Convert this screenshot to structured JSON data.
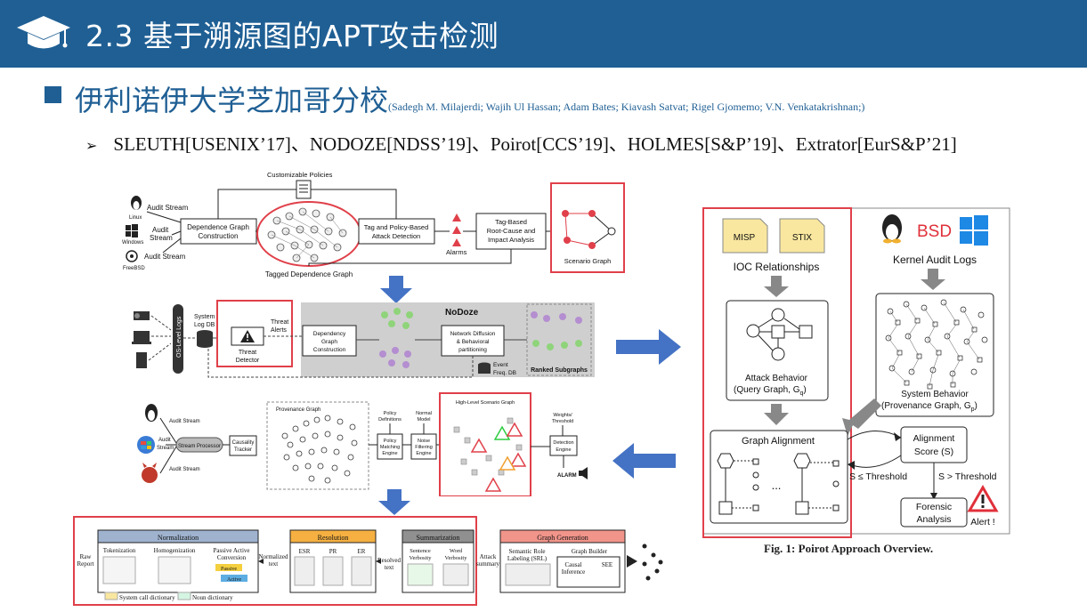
{
  "header": {
    "title": "2.3 基于溯源图的APT攻击检测"
  },
  "section": {
    "title": "伊利诺伊大学芝加哥分校",
    "authors": "(Sadegh M. Milajerdi;  Wajih Ul Hassan; Adam Bates; Kiavash Satvat; Rigel Gjomemo; V.N. Venkatakrishnan;)"
  },
  "bullet": {
    "arrow": "➢",
    "text": "SLEUTH[USENIX’17]、NODOZE[NDSS’19]、Poirot[CCS’19]、HOLMES[S&P’19]、Extrator[EurS&P’21]"
  },
  "sleuth": {
    "customizable_policies": "Customizable Policies",
    "audit_stream": "Audit Stream",
    "linux": "Linux",
    "audit": "Audit",
    "stream": "Stream",
    "windows": "Windows",
    "freebsd": "FreeBSD",
    "dep_graph_1": "Dependence Graph",
    "dep_graph_2": "Construction",
    "tagged_graph": "Tagged Dependence Graph",
    "tag_policy_1": "Tag and Policy-Based",
    "tag_policy_2": "Attack Detection",
    "alarms": "Alarms",
    "tag_root_1": "Tag-Based",
    "tag_root_2": "Root-Cause and",
    "tag_root_3": "Impact Analysis",
    "scenario_graph": "Scenario Graph"
  },
  "nodoze": {
    "title": "NoDoze",
    "os_logs": "OS-Level Logs",
    "system": "System",
    "log_db": "Log DB",
    "threat_detector_1": "Threat",
    "threat_detector_2": "Detector",
    "threat": "Threat",
    "alerts": "Alerts",
    "dep_1": "Dependency",
    "dep_2": "Graph",
    "dep_3": "Construction",
    "net_1": "Network Diffusion",
    "net_2": "& Behavioral",
    "net_3": "partitioning",
    "event": "Event",
    "freq_db": "Freq. DB",
    "ranked": "Ranked Subgraphs"
  },
  "holmes": {
    "audit_stream": "Audit Stream",
    "audit": "Audit",
    "stream": "Stream",
    "stream_processor": "Stream Processor",
    "causality_1": "Causality",
    "causality_2": "Tracker",
    "provenance_graph": "Provenance Graph",
    "policy_defs_1": "Policy",
    "policy_defs_2": "Definitions",
    "policy_engine_1": "Policy",
    "policy_engine_2": "Matching",
    "policy_engine_3": "Engine",
    "normal_1": "Normal",
    "normal_2": "Model",
    "noise_1": "Noise",
    "noise_2": "Filtering",
    "noise_3": "Engine",
    "high_level": "High-Level Scenario Graph",
    "weights_1": "Weights/",
    "weights_2": "Threshold",
    "detection_1": "Detection",
    "detection_2": "Engine",
    "alarm": "ALARM"
  },
  "extractor": {
    "raw_1": "Raw",
    "raw_2": "Report",
    "normalization": "Normalization",
    "tokenization": "Tokenization",
    "homogenization": "Homogenization",
    "passive_1": "Passive Active",
    "passive_2": "Conversion",
    "passive": "Passive",
    "active": "Active",
    "normalized_1": "Normalized",
    "normalized_2": "text",
    "resolution": "Resolution",
    "esr": "ESR",
    "pr": "PR",
    "er": "ER",
    "resolved_1": "Resolved",
    "resolved_2": "text",
    "summarization": "Summarization",
    "sentence_1": "Sentence",
    "sentence_2": "Verbosity",
    "word_1": "Word",
    "word_2": "Verbosity",
    "attack_1": "Attack",
    "attack_2": "summary",
    "graph_generation": "Graph Generation",
    "srl_1": "Semantic Role",
    "srl_2": "Labeling (SRL)",
    "graph_builder": "Graph Builder",
    "causal_1": "Causal",
    "causal_2": "Inference",
    "see": "SEE",
    "syscall_dict": "System call dictionary",
    "noun_dict": "Noun dictionary"
  },
  "poirot": {
    "misp": "MISP",
    "stix": "STIX",
    "ioc": "IOC Relationships",
    "bsd": "BSD",
    "kernel_logs": "Kernel Audit Logs",
    "attack_behavior": "Attack Behavior",
    "query_graph": "(Query Graph, G",
    "query_sub": "q",
    "system_behavior": "System Behavior",
    "prov_graph": "(Provenance Graph, G",
    "prov_sub": "p",
    "graph_alignment": "Graph Alignment",
    "alignment_1": "Alignment",
    "alignment_2": "Score (S)",
    "s_le": "S ≤ Threshold",
    "s_gt": "S > Threshold",
    "forensic_1": "Forensic",
    "forensic_2": "Analysis",
    "alert": "Alert !",
    "dots": "...",
    "caption": "Fig. 1: Poirot Approach Overview."
  },
  "colors": {
    "header": "#1f5f94",
    "highlight": "#e0404a",
    "arrow": "#4472c4"
  }
}
